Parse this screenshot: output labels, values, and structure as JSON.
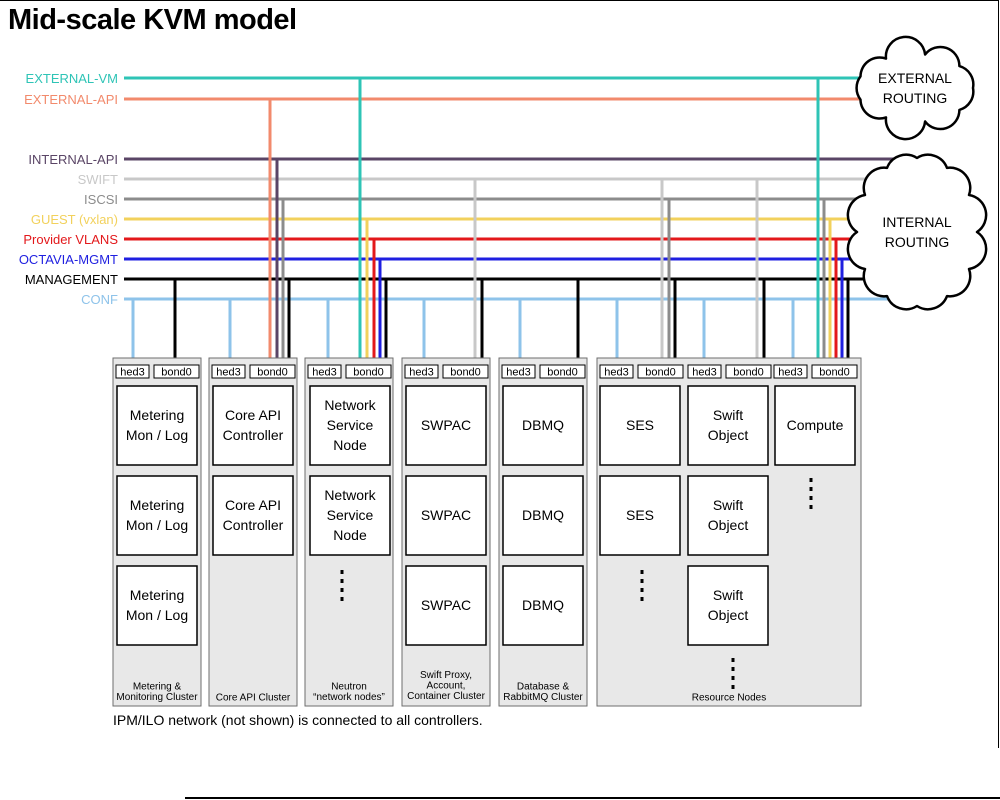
{
  "title": "Mid-scale KVM model",
  "footnote": "IPM/ILO network (not shown) is connected to all controllers.",
  "networks": [
    {
      "label": "EXTERNAL-VM",
      "color": "#2ec4b6"
    },
    {
      "label": "EXTERNAL-API",
      "color": "#f28a6c"
    },
    {
      "label": "INTERNAL-API",
      "color": "#5a4566"
    },
    {
      "label": "SWIFT",
      "color": "#c8c8c8"
    },
    {
      "label": "ISCSI",
      "color": "#8c8c8c"
    },
    {
      "label": "GUEST (vxlan)",
      "color": "#f2d15c"
    },
    {
      "label": "Provider VLANS",
      "color": "#e3181b"
    },
    {
      "label": "OCTAVIA-MGMT",
      "color": "#1f1fe0"
    },
    {
      "label": "MANAGEMENT",
      "color": "#000000"
    },
    {
      "label": "CONF",
      "color": "#8ec3ea"
    }
  ],
  "clouds": {
    "external": "EXTERNAL\nROUTING",
    "internal": "INTERNAL\nROUTING"
  },
  "ports": {
    "left": "hed3",
    "right": "bond0"
  },
  "clusters": [
    {
      "label": "Metering &\nMonitoring Cluster",
      "nodes": [
        "Metering\nMon / Log",
        "Metering\nMon / Log",
        "Metering\nMon / Log"
      ]
    },
    {
      "label": "Core API Cluster",
      "nodes": [
        "Core API\nController",
        "Core API\nController"
      ]
    },
    {
      "label": "Neutron\n“network nodes”",
      "nodes": [
        "Network\nService\nNode",
        "Network\nService\nNode"
      ]
    },
    {
      "label": "Swift Proxy,\nAccount,\nContainer Cluster",
      "nodes": [
        "SWPAC",
        "SWPAC",
        "SWPAC"
      ]
    },
    {
      "label": "Database &\nRabbitMQ Cluster",
      "nodes": [
        "DBMQ",
        "DBMQ",
        "DBMQ"
      ]
    },
    {
      "label": "Resource Nodes",
      "nodes": [
        "SES",
        "SES",
        "Swift\nObject",
        "Swift\nObject",
        "Swift\nObject",
        "Compute"
      ]
    }
  ]
}
